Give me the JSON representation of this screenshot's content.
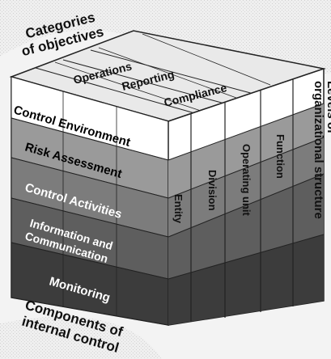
{
  "top_label_line1": "Categories",
  "top_label_line2": "of objectives",
  "objectives": [
    "Operations",
    "Reporting",
    "Compliance"
  ],
  "components": [
    {
      "label": "Control Environment",
      "fill": "#ffffff",
      "text_color": "#000000"
    },
    {
      "label": "Risk Assessment",
      "fill": "#9a9a9a",
      "text_color": "#000000"
    },
    {
      "label": "Control Activities",
      "fill": "#7c7c7c",
      "text_color": "#ffffff"
    },
    {
      "label_line1": "Information and",
      "label_line2": "Communication",
      "fill": "#5e5e5e",
      "text_color": "#ffffff"
    },
    {
      "label": "Monitoring",
      "fill": "#3c3c3c",
      "text_color": "#ffffff"
    }
  ],
  "side_label_line1": "Levels of",
  "side_label_line2": "organizational structure",
  "levels": [
    "Entity",
    "Division",
    "Operating unit",
    "Function"
  ],
  "bottom_label_line1": "Components of",
  "bottom_label_line2": "internal control"
}
